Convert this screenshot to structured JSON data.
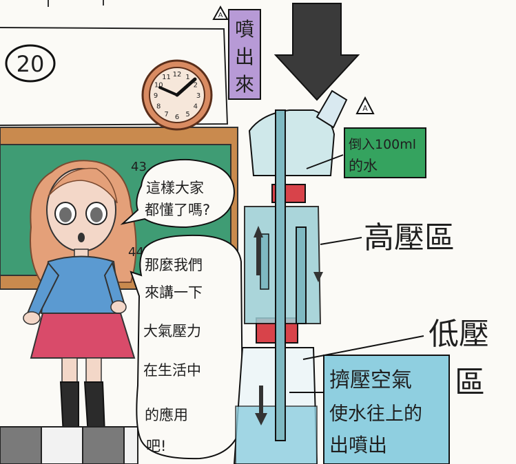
{
  "page_number": "20",
  "clock": {
    "numerals": [
      "12",
      "1",
      "2",
      "3",
      "4",
      "5",
      "6",
      "7",
      "8",
      "9",
      "10",
      "11"
    ]
  },
  "markers": {
    "num_43": "43",
    "num_44": "44",
    "tri_a": "A",
    "tri_b": "A",
    "tri_c": "A"
  },
  "labels": {
    "eject_line1": "噴",
    "eject_line2": "出",
    "eject_line3": "來",
    "pour_line1": "倒入100ml",
    "pour_line2": "的水",
    "high_pressure": "高壓區",
    "low_pressure_1": "低壓",
    "low_pressure_2": "區",
    "squeeze_line1": "擠壓空氣",
    "squeeze_line2": "使水往上的",
    "squeeze_line3": "出噴出"
  },
  "speech": {
    "bubble1_line1": "這樣大家",
    "bubble1_line2": "都懂了嗎?",
    "bubble2_line1": "那麼我們",
    "bubble2_line2": "來講一下",
    "bubble2_line3": "大氣壓力",
    "bubble2_line4": "在生活中",
    "bubble2_line5": "的應用",
    "bubble2_line6": "吧!"
  },
  "colors": {
    "board_green": "#3f9c74",
    "board_frame": "#c98a4e",
    "clock_face": "#d98b62",
    "skirt": "#d94b6a",
    "sweater": "#5b9ad1",
    "hair": "#e4a079",
    "label_purple": "#b79ad6",
    "label_green": "#35a35f",
    "label_blue": "#8fcfe0",
    "tape_red": "#d8434a",
    "bottle": "#9ccfd6"
  }
}
